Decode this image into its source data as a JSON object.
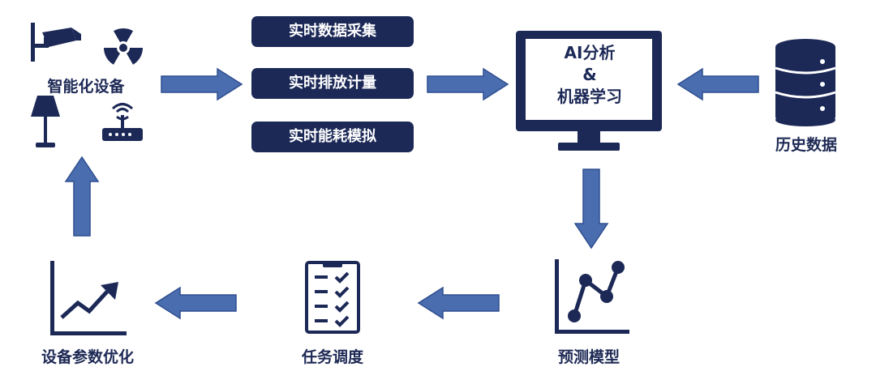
{
  "nodes": {
    "smart_devices": "智能化设备",
    "history_data": "历史数据",
    "param_optimize": "设备参数优化",
    "task_schedule": "任务调度",
    "prediction_model": "预测模型"
  },
  "pills": [
    "实时数据采集",
    "实时排放计量",
    "实时能耗模拟"
  ],
  "monitor": {
    "line1": "AI分析",
    "line2": "&",
    "line3": "机器学习"
  },
  "colors": {
    "navy": "#1c2957",
    "arrow_fill": "#4a6db0",
    "arrow_stroke": "#2f4f8f"
  },
  "icons": {
    "camera": "security-camera-icon",
    "radiation": "radiation-icon",
    "lamp": "floor-lamp-icon",
    "router": "wifi-router-icon",
    "monitor": "monitor-icon",
    "database": "database-icon",
    "growth_chart": "growth-chart-icon",
    "checklist": "checklist-icon",
    "line_chart": "line-chart-icon"
  }
}
